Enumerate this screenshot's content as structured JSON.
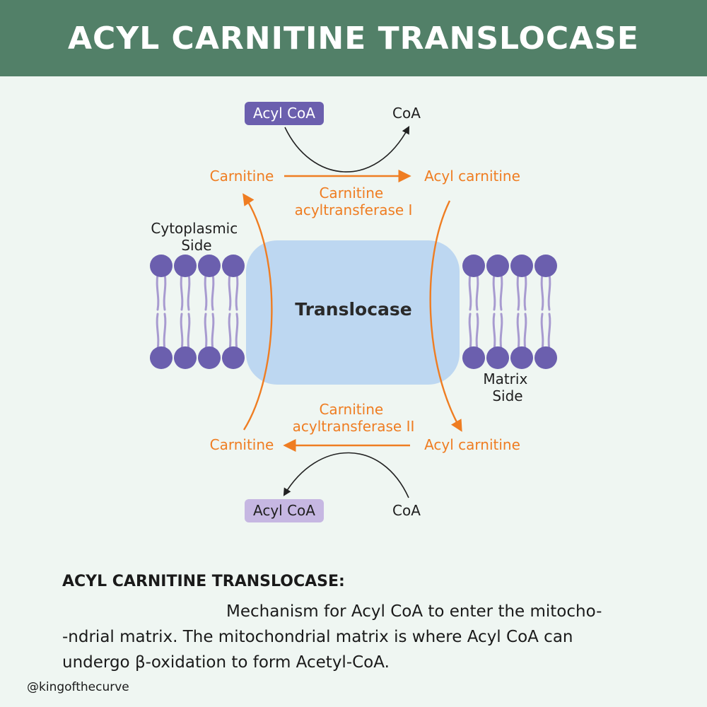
{
  "header": {
    "title": "ACYL CARNITINE TRANSLOCASE"
  },
  "colors": {
    "header_bg": "#528068",
    "page_bg": "#eff6f2",
    "orange": "#ef7d22",
    "lipid_head": "#6b5fae",
    "lipid_tail": "#a89bd0",
    "translocase_fill": "#bdd7f1",
    "acyl_coa_top_bg": "#6b5fae",
    "acyl_coa_bottom_bg": "#c6b7e2"
  },
  "diagram": {
    "top": {
      "acyl_coa": "Acyl CoA",
      "coa": "CoA",
      "carnitine": "Carnitine",
      "acyl_carnitine": "Acyl carnitine",
      "enzyme_line1": "Carnitine",
      "enzyme_line2": "acyltransferase I"
    },
    "bottom": {
      "acyl_coa": "Acyl CoA",
      "coa": "CoA",
      "carnitine": "Carnitine",
      "acyl_carnitine": "Acyl carnitine",
      "enzyme_line1": "Carnitine",
      "enzyme_line2": "acyltransferase II"
    },
    "translocase": "Translocase",
    "cytoplasmic_line1": "Cytoplasmic",
    "cytoplasmic_line2": "Side",
    "matrix_line1": "Matrix",
    "matrix_line2": "Side"
  },
  "description": {
    "title": "ACYL CARNITINE TRANSLOCASE:",
    "line1": "Mechanism for Acyl CoA to enter the mitocho-",
    "line2": "-ndrial matrix. The mitochondrial matrix is where Acyl CoA can",
    "line3": "undergo β-oxidation to form Acetyl-CoA."
  },
  "footer": {
    "handle": "@kingofthecurve"
  }
}
